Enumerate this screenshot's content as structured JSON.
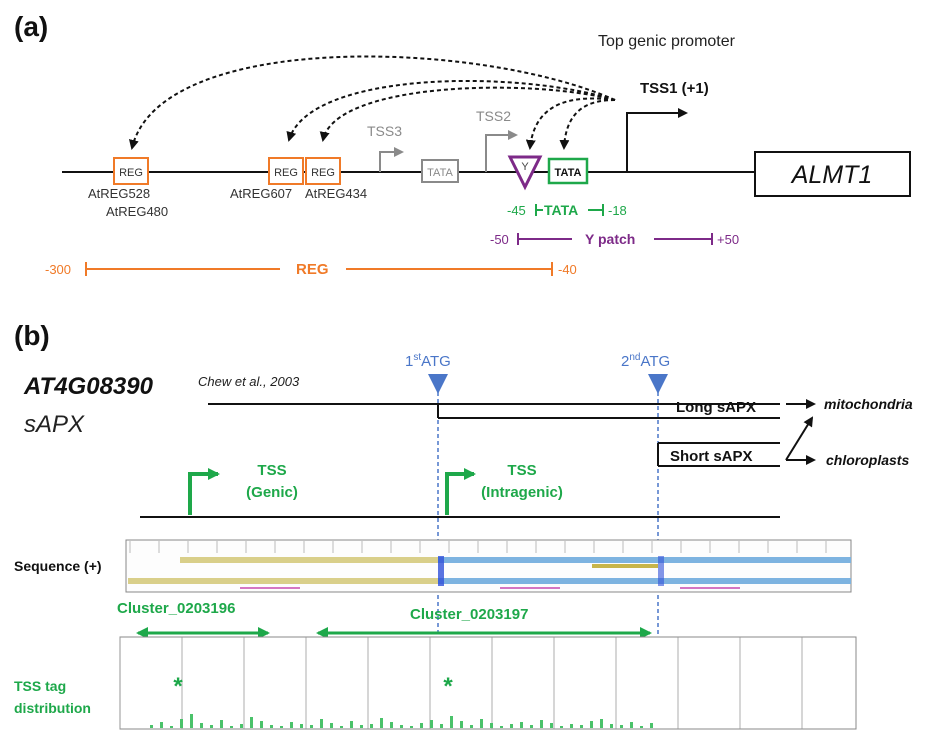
{
  "panel_a": {
    "label": "(a)",
    "top_promoter": "Top genic promoter",
    "tss1": "TSS1 (+1)",
    "tss2": "TSS2",
    "tss3": "TSS3",
    "reg_box": "REG",
    "tata_box": "TATA",
    "y_box": "Y",
    "gene": "ALMT1",
    "reg_labels": [
      "AtREG528",
      "AtREG480",
      "AtREG607",
      "AtREG434"
    ],
    "tata_range": {
      "start": "-45",
      "label": "TATA",
      "end": "-18"
    },
    "y_range": {
      "start": "-50",
      "label": "Y patch",
      "end": "+50"
    },
    "reg_range": {
      "start": "-300",
      "label": "REG",
      "end": "-40"
    },
    "colors": {
      "reg": "#f07a28",
      "tata": "#1ea84a",
      "y": "#7d2a88",
      "grey": "#8a8a8a"
    }
  },
  "panel_b": {
    "label": "(b)",
    "gene_id": "AT4G08390",
    "gene_name": "sAPX",
    "citation": "Chew et al., 2003",
    "atg1": {
      "num": "1",
      "sup": "st",
      "text": "ATG"
    },
    "atg2": {
      "num": "2",
      "sup": "nd",
      "text": "ATG"
    },
    "long": "Long sAPX",
    "short": "Short sAPX",
    "mito": "mitochondria",
    "chloro": "chloroplasts",
    "tss_genic": [
      "TSS",
      "(Genic)"
    ],
    "tss_intra": [
      "TSS",
      "(Intragenic)"
    ],
    "sequence_label": "Sequence (+)",
    "cluster1": "Cluster_0203196",
    "cluster2": "Cluster_0203197",
    "tss_tag": [
      "TSS tag",
      "distribution"
    ],
    "asterisk": "*",
    "colors": {
      "green": "#1ea84a",
      "blue": "#4a76c8",
      "seq_yellow": "#d9cf8a",
      "seq_blue": "#7db3e0"
    }
  }
}
